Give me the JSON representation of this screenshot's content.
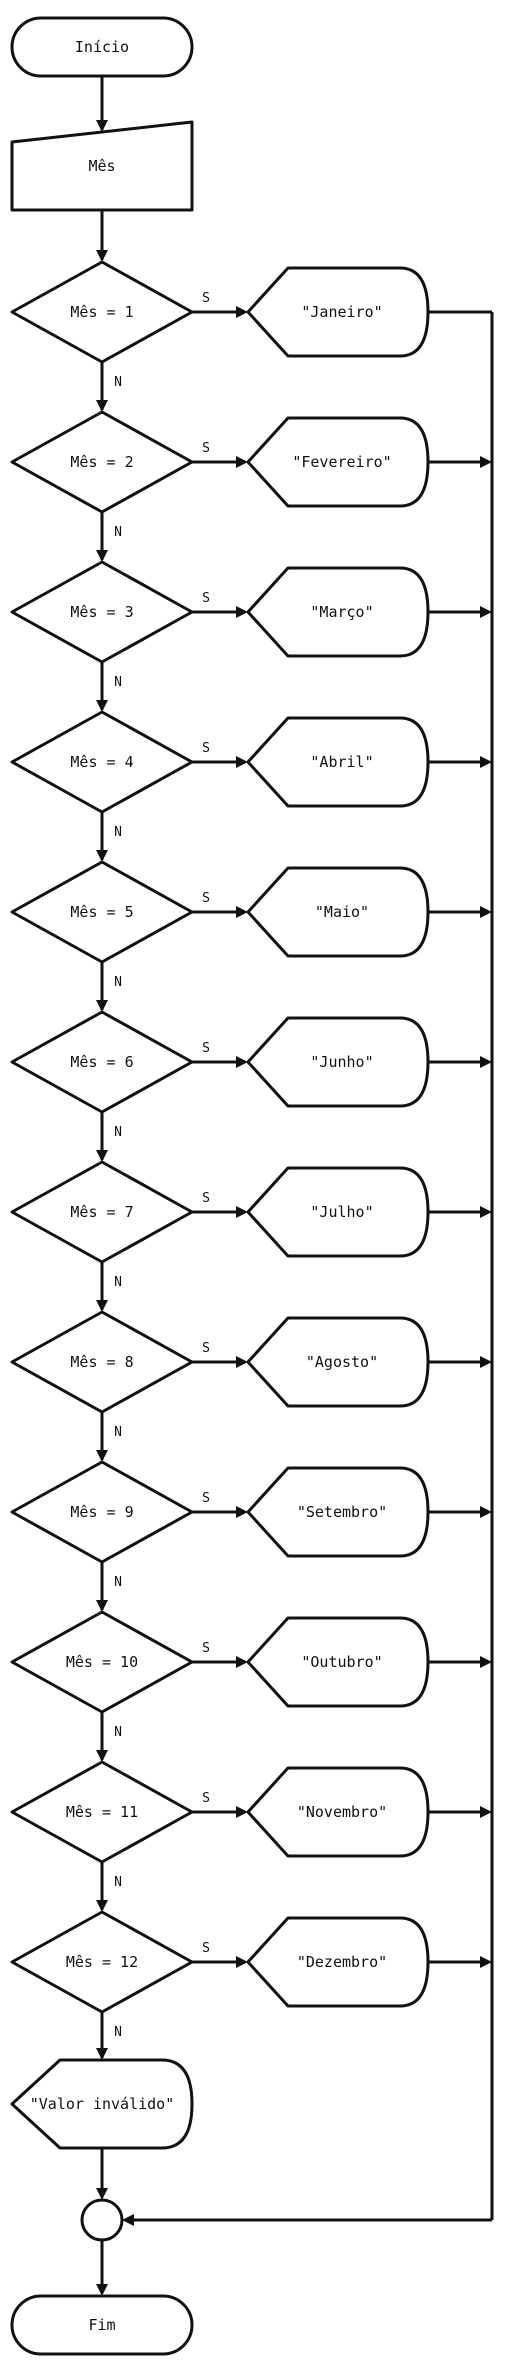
{
  "start": {
    "label": "Início"
  },
  "input": {
    "label": "Mês"
  },
  "decisions": [
    {
      "condition": "Mês = 1",
      "output": "\"Janeiro\""
    },
    {
      "condition": "Mês = 2",
      "output": "\"Fevereiro\""
    },
    {
      "condition": "Mês = 3",
      "output": "\"Março\""
    },
    {
      "condition": "Mês = 4",
      "output": "\"Abril\""
    },
    {
      "condition": "Mês = 5",
      "output": "\"Maio\""
    },
    {
      "condition": "Mês = 6",
      "output": "\"Junho\""
    },
    {
      "condition": "Mês = 7",
      "output": "\"Julho\""
    },
    {
      "condition": "Mês = 8",
      "output": "\"Agosto\""
    },
    {
      "condition": "Mês = 9",
      "output": "\"Setembro\""
    },
    {
      "condition": "Mês = 10",
      "output": "\"Outubro\""
    },
    {
      "condition": "Mês = 11",
      "output": "\"Novembro\""
    },
    {
      "condition": "Mês = 12",
      "output": "\"Dezembro\""
    }
  ],
  "yes_label": "S",
  "no_label": "N",
  "default_output": {
    "label": "\"Valor inválido\""
  },
  "end": {
    "label": "Fim"
  }
}
